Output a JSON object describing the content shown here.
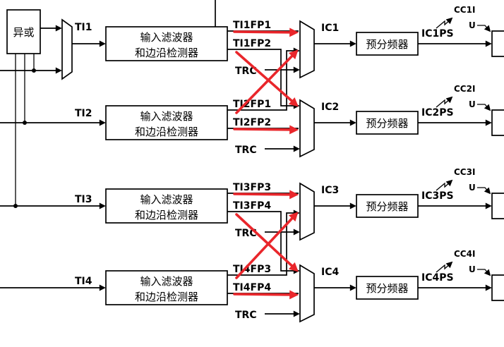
{
  "xor": {
    "label": "异或"
  },
  "channels": [
    {
      "input": "TI1",
      "filter_line1": "输入滤波器",
      "filter_line2": "和边沿检测器",
      "fp_a": "TI1FP1",
      "fp_b": "TI1FP2",
      "trc": "TRC",
      "ic": "IC1",
      "prescaler": "预分频器",
      "icps": "IC1PS",
      "cci": "CC1I",
      "u": "U"
    },
    {
      "input": "TI2",
      "filter_line1": "输入滤波器",
      "filter_line2": "和边沿检测器",
      "fp_a": "TI2FP1",
      "fp_b": "TI2FP2",
      "trc": "TRC",
      "ic": "IC2",
      "prescaler": "预分频器",
      "icps": "IC2PS",
      "cci": "CC2I",
      "u": "U"
    },
    {
      "input": "TI3",
      "filter_line1": "输入滤波器",
      "filter_line2": "和边沿检测器",
      "fp_a": "TI3FP3",
      "fp_b": "TI3FP4",
      "trc": "TRC",
      "ic": "IC3",
      "prescaler": "预分频器",
      "icps": "IC3PS",
      "cci": "CC3I",
      "u": "U"
    },
    {
      "input": "TI4",
      "filter_line1": "输入滤波器",
      "filter_line2": "和边沿检测器",
      "fp_a": "TI4FP3",
      "fp_b": "TI4FP4",
      "trc": "TRC",
      "ic": "IC4",
      "prescaler": "预分频器",
      "icps": "IC4PS",
      "cci": "CC4I",
      "u": "U"
    }
  ],
  "colors": {
    "line": "#000000",
    "crossover_arrow": "#e9262b"
  }
}
